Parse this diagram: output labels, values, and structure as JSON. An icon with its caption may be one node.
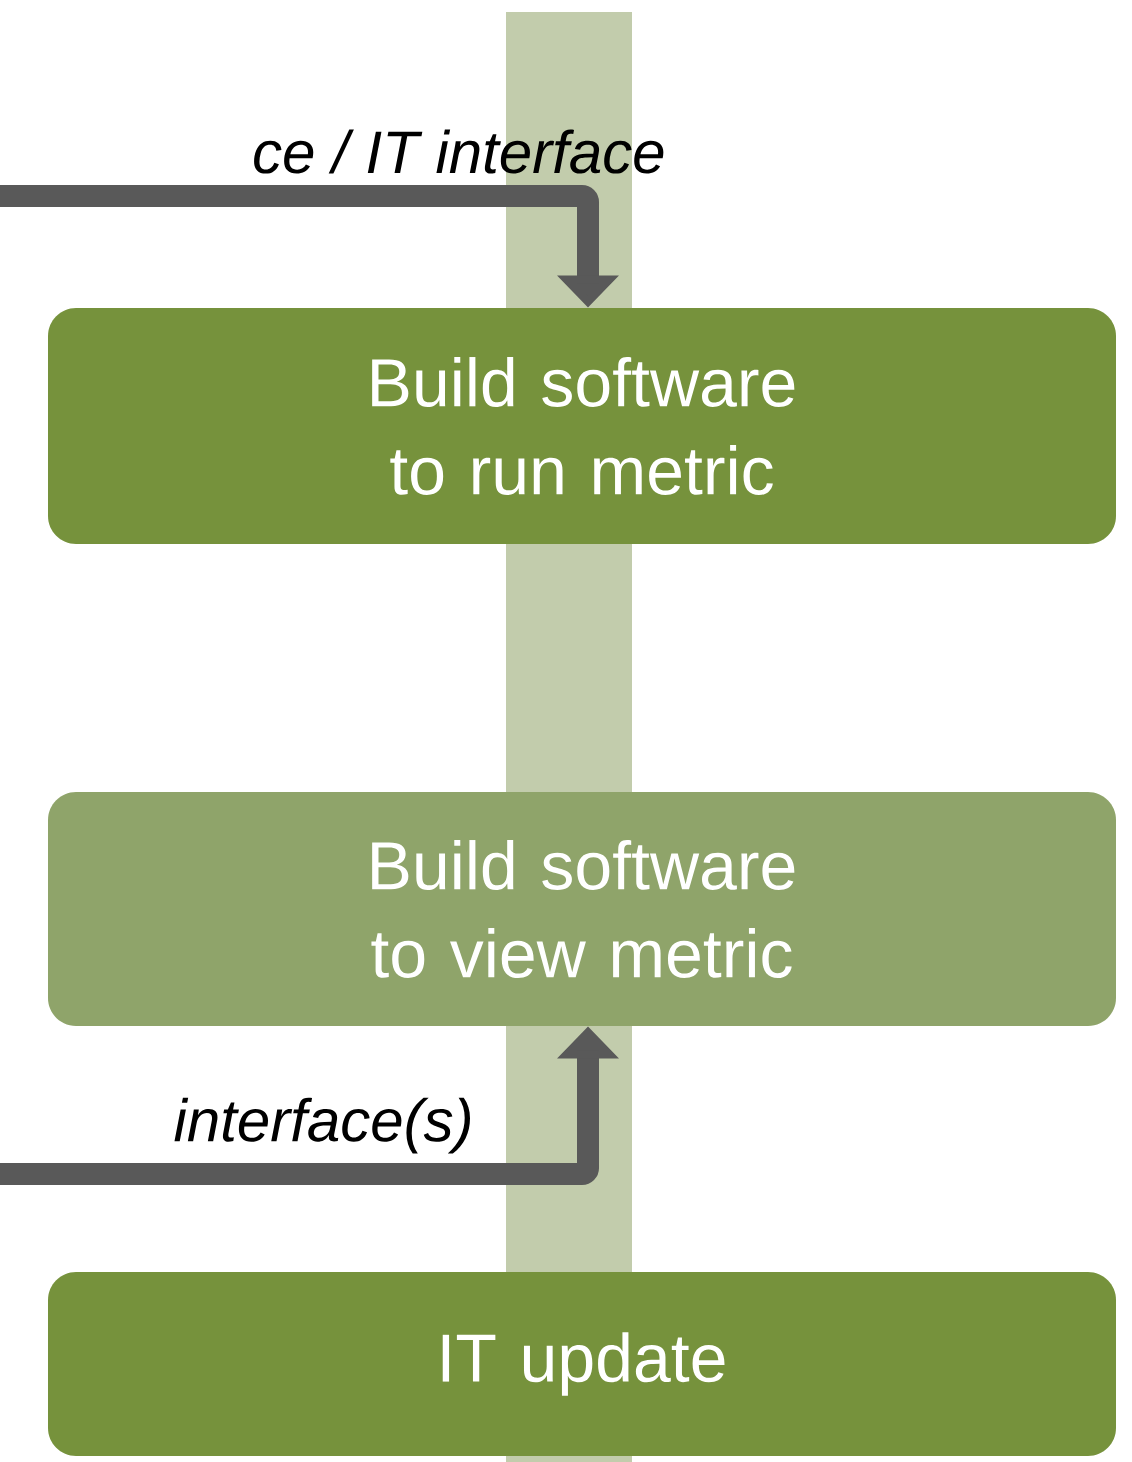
{
  "diagram": {
    "nodes": [
      {
        "text": [
          "Build software to run metric"
        ]
      },
      {
        "text": [
          "Build software to view metric"
        ]
      },
      {
        "text": [
          "IT update"
        ]
      }
    ],
    "edges": [
      {
        "from": null,
        "to": 0,
        "arrow": "to",
        "label": "ce / IT interface"
      },
      {
        "from": null,
        "to": 1,
        "arrow": "to",
        "label": "interface(s)"
      }
    ]
  }
}
